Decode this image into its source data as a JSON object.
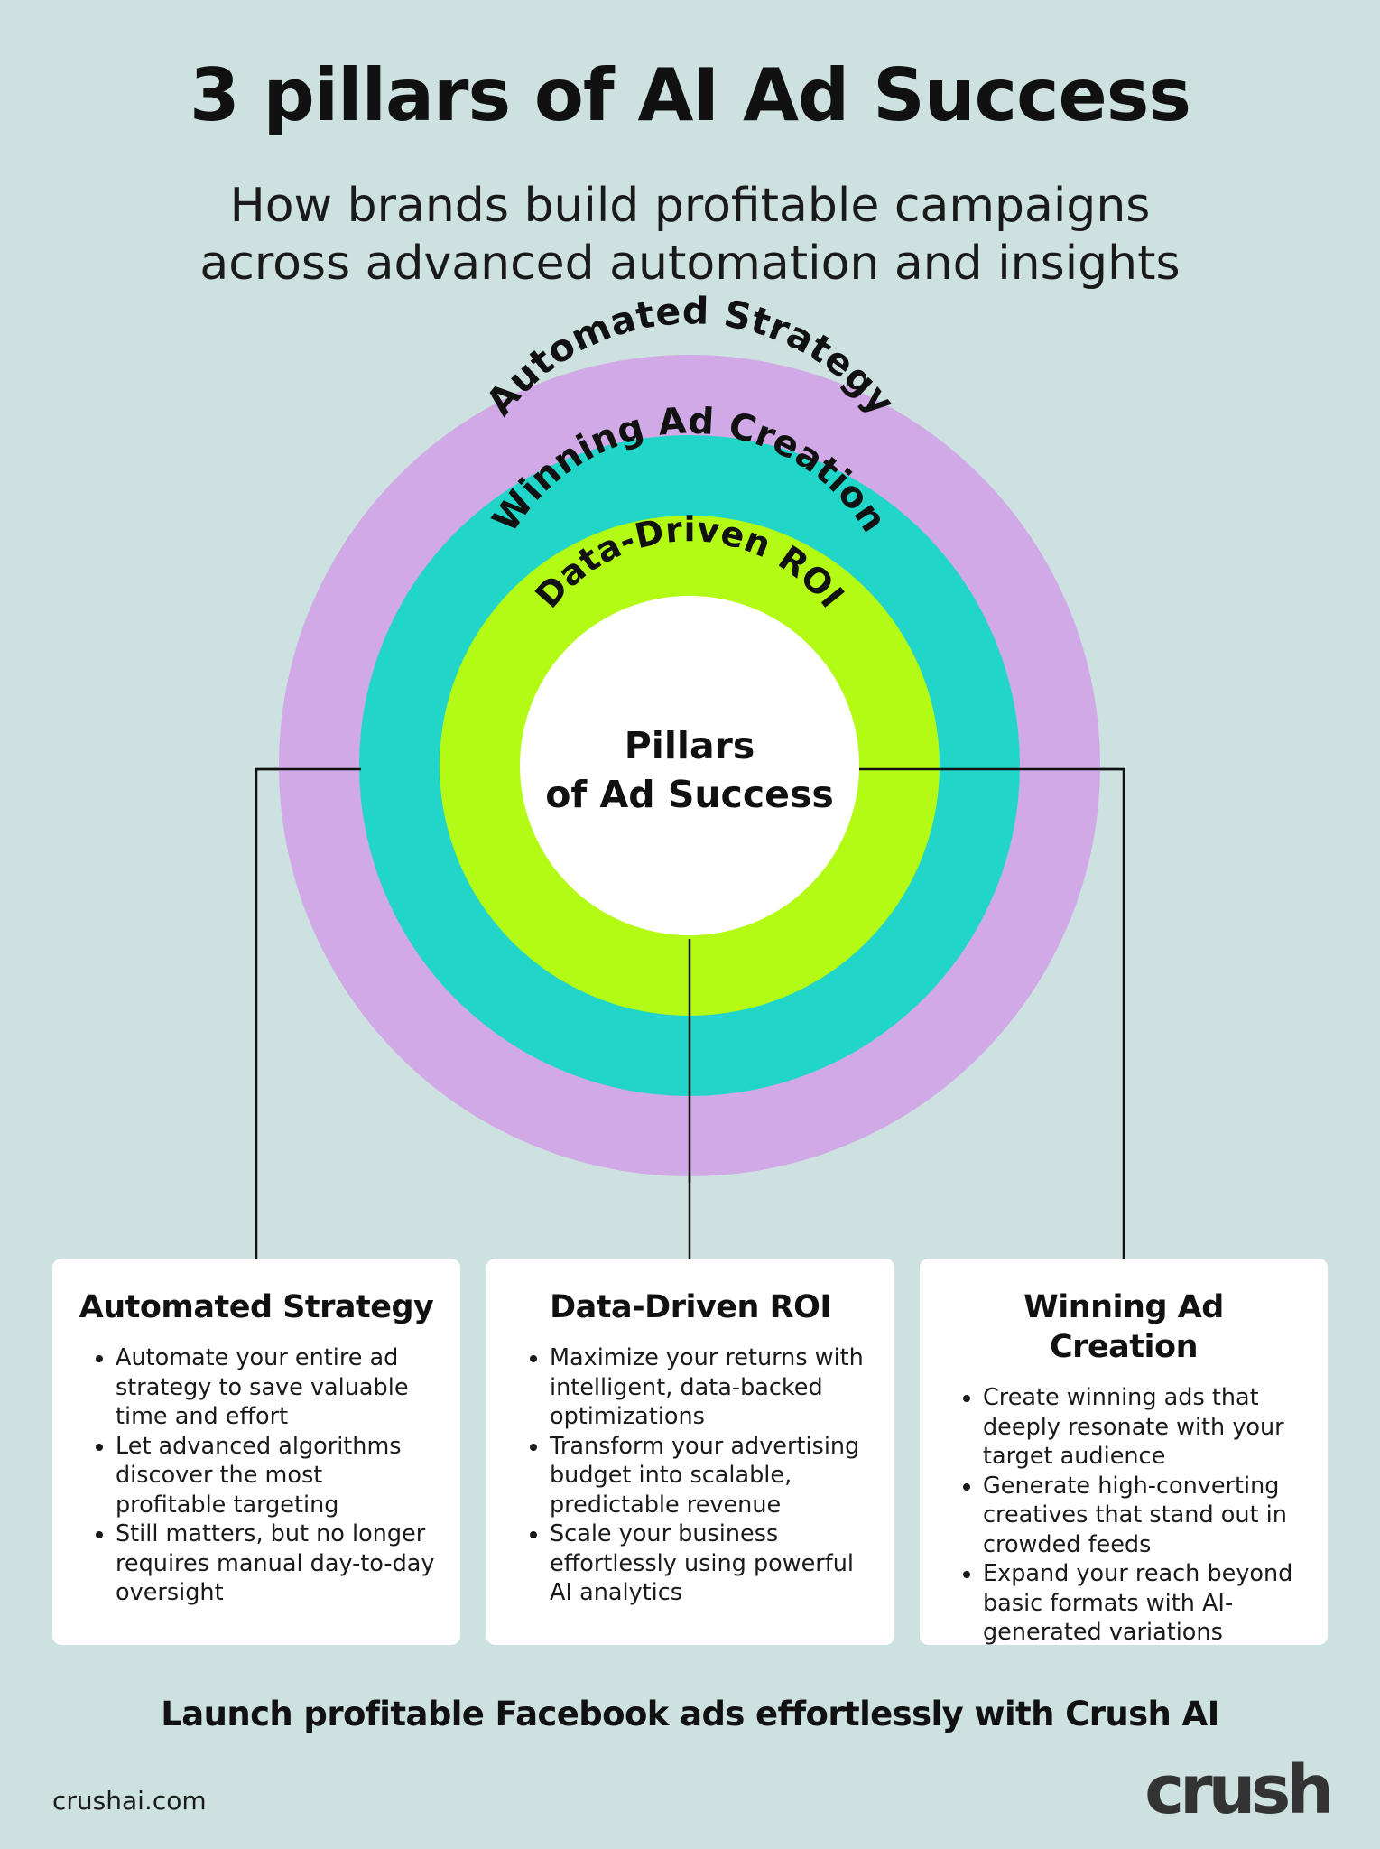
{
  "header": {
    "title": "3 pillars of AI Ad Success",
    "subtitle_line1": "How brands build profitable campaigns",
    "subtitle_line2": "across advanced automation and insights"
  },
  "diagram": {
    "rings": [
      {
        "label": "Automated Strategy",
        "color": "#d0a9e6"
      },
      {
        "label": "Winning Ad Creation",
        "color": "#21d6c8"
      },
      {
        "label": "Data-Driven ROI",
        "color": "#b3fa15"
      }
    ],
    "center_line1": "Pillars",
    "center_line2": "of Ad Success",
    "center_color": "#ffffff",
    "connector_color": "#111111"
  },
  "cards": [
    {
      "title": "Automated Strategy",
      "bullets": [
        "Automate your entire ad strategy to save valuable time and effort",
        "Let advanced algorithms discover the most profitable targeting",
        "Still matters, but no longer requires manual day-to-day oversight"
      ]
    },
    {
      "title": "Data-Driven ROI",
      "bullets": [
        "Maximize your returns with intelligent, data-backed optimizations",
        "Transform your advertising budget into scalable, predictable revenue",
        "Scale your business effortlessly using powerful AI analytics"
      ]
    },
    {
      "title": "Winning Ad Creation",
      "bullets": [
        "Create winning ads that deeply resonate with your target audience",
        "Generate high-converting creatives that stand out in crowded feeds",
        "Expand your reach beyond basic formats with AI-generated variations"
      ]
    }
  ],
  "footer": {
    "cta": "Launch profitable Facebook ads effortlessly with Crush AI",
    "website": "crushai.com",
    "logo": "crush"
  },
  "colors": {
    "background": "#cde2e0",
    "card_background": "#ffffff"
  }
}
